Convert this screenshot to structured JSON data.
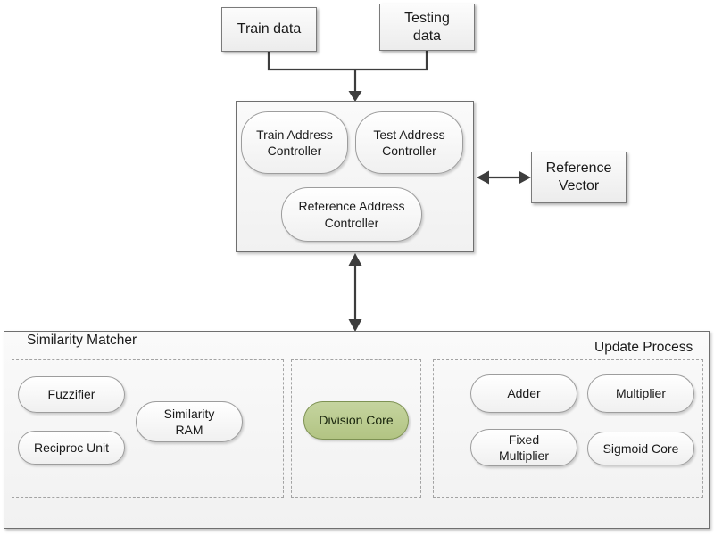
{
  "nodes": {
    "train_data": "Train data",
    "testing_data": "Testing data",
    "train_address_controller": "Train Address Controller",
    "test_address_controller": "Test Address Controller",
    "reference_address_controller": "Reference Address Controller",
    "reference_vector": "Reference Vector",
    "similarity_matcher_label": "Similarity Matcher",
    "update_process_label": "Update Process",
    "fuzzifier": "Fuzzifier",
    "similarity_ram": "Similarity RAM",
    "reciproc_unit": "Reciproc Unit",
    "division_core": "Division Core",
    "adder": "Adder",
    "multiplier": "Multiplier",
    "fixed_multiplier": "Fixed Multiplier",
    "sigmoid_core": "Sigmoid Core"
  },
  "colors": {
    "arrow": "#3d3d3d",
    "box_border": "#7a7a7a",
    "panel_fill": "#f3f3f3",
    "dashed_border": "#a3a3a3",
    "division_core_fill": "#b9cb8f",
    "division_core_border": "#7e9253"
  }
}
